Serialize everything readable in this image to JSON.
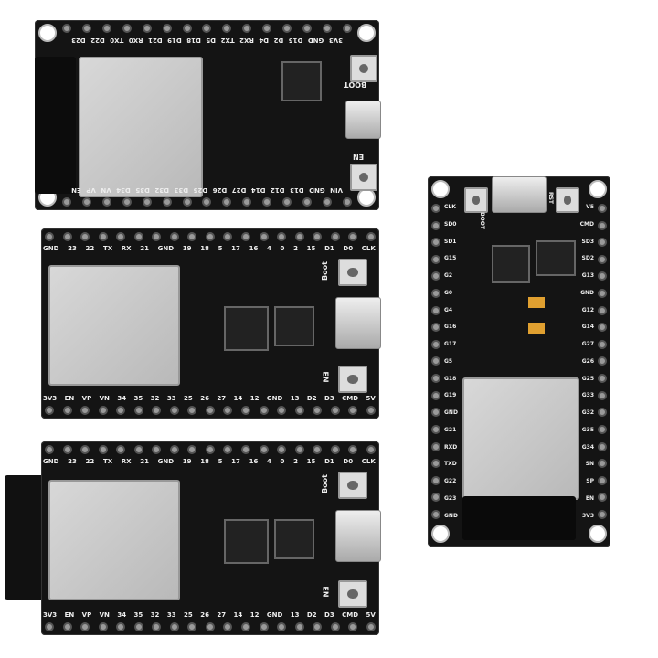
{
  "boards": [
    {
      "id": "board-1",
      "top_pins": [
        "3V3",
        "GND",
        "D15",
        "D2",
        "D4",
        "RX2",
        "TX2",
        "D5",
        "D18",
        "D19",
        "D21",
        "RX0",
        "TX0",
        "D22",
        "D23"
      ],
      "bottom_pins": [
        "VIN",
        "GND",
        "D13",
        "D12",
        "D14",
        "D27",
        "D26",
        "D25",
        "D33",
        "D32",
        "D35",
        "D34",
        "VN",
        "VP",
        "EN"
      ],
      "buttons": [
        "BOOT",
        "EN"
      ]
    },
    {
      "id": "board-2",
      "top_pins": [
        "GND",
        "23",
        "22",
        "TX",
        "RX",
        "21",
        "GND",
        "19",
        "18",
        "5",
        "17",
        "16",
        "4",
        "0",
        "2",
        "15",
        "D1",
        "D0",
        "CLK"
      ],
      "bottom_pins": [
        "3V3",
        "EN",
        "VP",
        "VN",
        "34",
        "35",
        "32",
        "33",
        "25",
        "26",
        "27",
        "14",
        "12",
        "GND",
        "13",
        "D2",
        "D3",
        "CMD",
        "5V"
      ],
      "buttons": [
        "Boot",
        "EN"
      ]
    },
    {
      "id": "board-3",
      "top_pins": [
        "GND",
        "23",
        "22",
        "TX",
        "RX",
        "21",
        "GND",
        "19",
        "18",
        "5",
        "17",
        "16",
        "4",
        "0",
        "2",
        "15",
        "D1",
        "D0",
        "CLK"
      ],
      "bottom_pins": [
        "3V3",
        "EN",
        "VP",
        "VN",
        "34",
        "35",
        "32",
        "33",
        "25",
        "26",
        "27",
        "14",
        "12",
        "GND",
        "13",
        "D2",
        "D3",
        "CMD",
        "5V"
      ],
      "buttons": [
        "Boot",
        "EN"
      ]
    },
    {
      "id": "board-4",
      "left_pins": [
        "CLK",
        "SD0",
        "SD1",
        "G15",
        "G2",
        "G0",
        "G4",
        "G16",
        "G17",
        "G5",
        "G18",
        "G19",
        "GND",
        "G21",
        "RXD",
        "TXD",
        "G22",
        "G23",
        "GND"
      ],
      "right_pins": [
        "V5",
        "CMD",
        "SD3",
        "SD2",
        "G13",
        "GND",
        "G12",
        "G14",
        "G27",
        "G26",
        "G25",
        "G33",
        "G32",
        "G35",
        "G34",
        "SN",
        "SP",
        "EN",
        "3V3"
      ],
      "buttons": [
        "BOOT",
        "RST"
      ]
    }
  ],
  "colors": {
    "pcb": "#141414",
    "module": "#c8c8c8",
    "silkscreen": "#eeeeee"
  }
}
